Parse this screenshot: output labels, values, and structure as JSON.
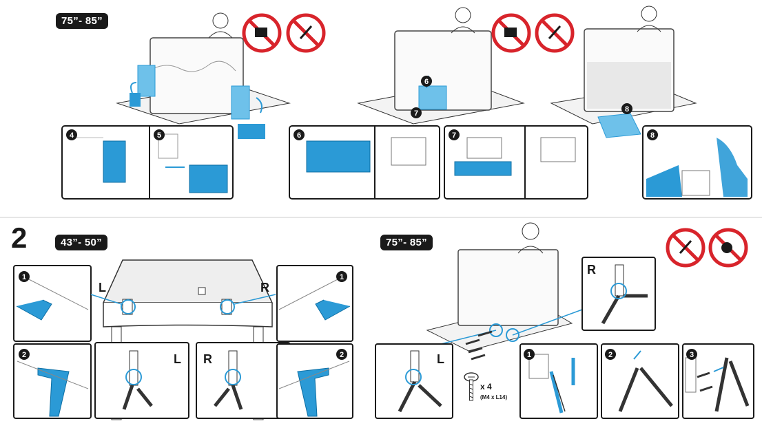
{
  "section1": {
    "size_badge": "75”- 85”",
    "step_badges": [
      "4",
      "5",
      "6",
      "7",
      "8"
    ]
  },
  "section2": {
    "step_number": "2",
    "left_size_badge": "43”- 50”",
    "right_size_badge": "75”- 85”",
    "side_left": "L",
    "side_right": "R",
    "step_badges": [
      "1",
      "2",
      "3"
    ],
    "screw_count": "x 4",
    "screw_spec": "(M4 x L14)"
  },
  "colors": {
    "accent_blue": "#2b9ad6",
    "prohibited_red": "#d8242b",
    "ink": "#1a1a1a",
    "panel_border": "#1a1a1a"
  },
  "icons": [
    "no-drop-on-floor-icon",
    "no-sharp-tool-icon",
    "no-press-screen-icon",
    "screw-icon"
  ]
}
